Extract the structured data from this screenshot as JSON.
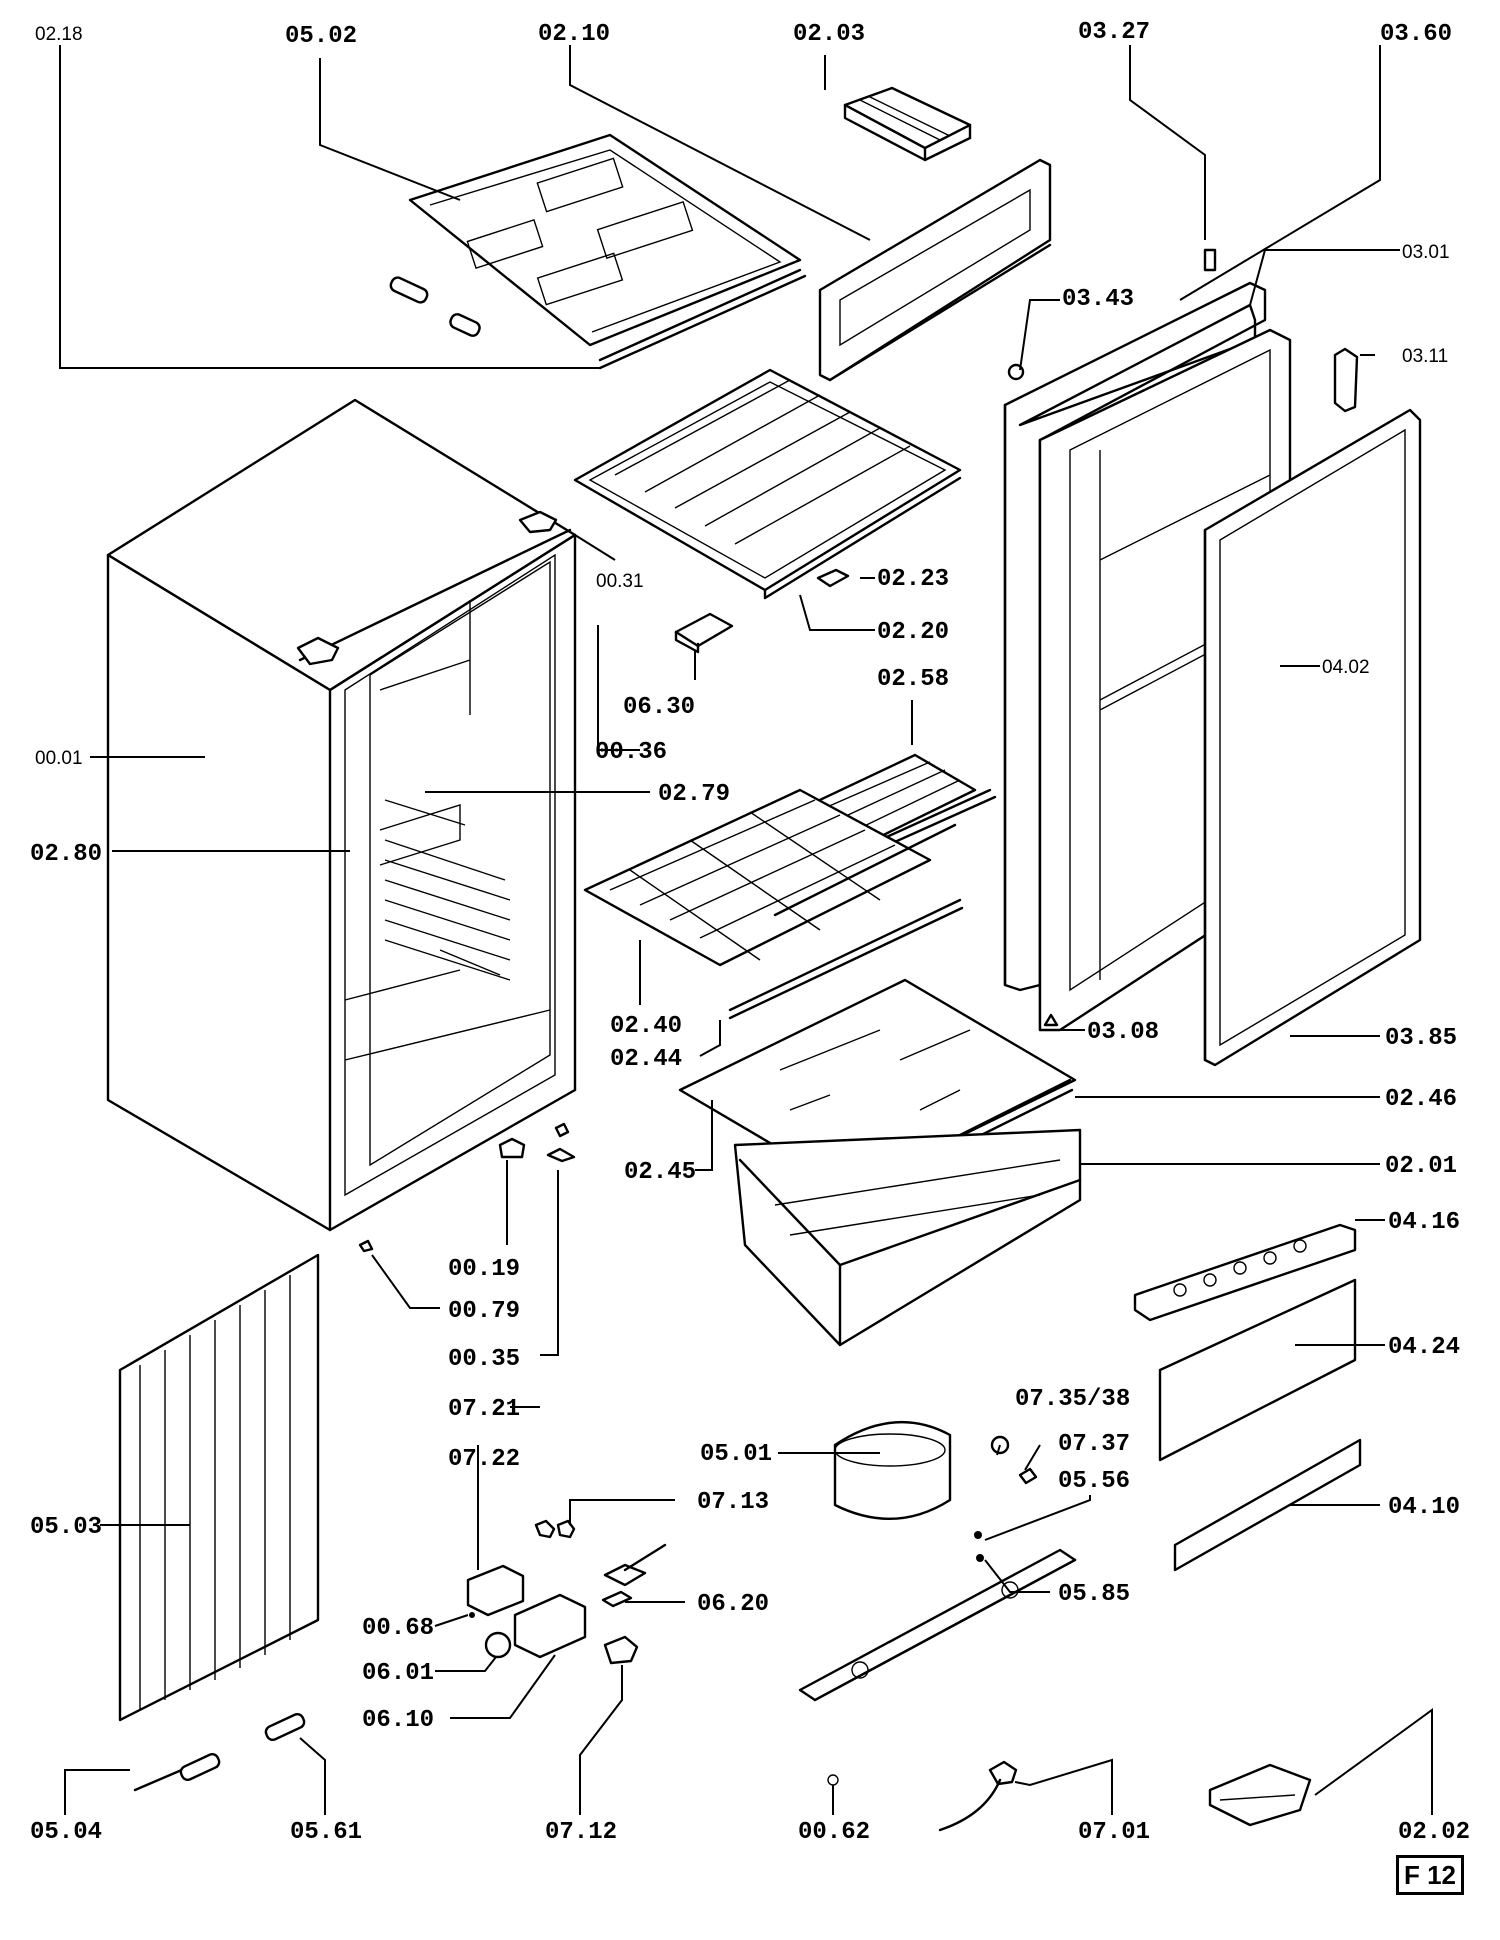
{
  "figure_label": "F 12",
  "callouts": {
    "c0218": "02.18",
    "c0502": "05.02",
    "c0210": "02.10",
    "c0203": "02.03",
    "c0327": "03.27",
    "c0360": "03.60",
    "c0301": "03.01",
    "c0343": "03.43",
    "c0311": "03.11",
    "c0031": "00.31",
    "c0223": "02.23",
    "c0220": "02.20",
    "c0630": "06.30",
    "c0258": "02.58",
    "c0001": "00.01",
    "c0036": "00.36",
    "c0402": "04.02",
    "c0279": "02.79",
    "c0280": "02.80",
    "c0240": "02.40",
    "c0244": "02.44",
    "c0308": "03.08",
    "c0385": "03.85",
    "c0246": "02.46",
    "c0245": "02.45",
    "c0201": "02.01",
    "c0019": "00.19",
    "c0416": "04.16",
    "c0079": "00.79",
    "c0424": "04.24",
    "c0035": "00.35",
    "c0721": "07.21",
    "c0735": "07.35/38",
    "c0722": "07.22",
    "c0501": "05.01",
    "c0737": "07.37",
    "c0713": "07.13",
    "c0556": "05.56",
    "c0503": "05.03",
    "c0410": "04.10",
    "c0620": "06.20",
    "c0585": "05.85",
    "c0068": "00.68",
    "c0601": "06.01",
    "c0610": "06.10",
    "c0504": "05.04",
    "c0561": "05.61",
    "c0712": "07.12",
    "c0062": "00.62",
    "c0701": "07.01",
    "c0202": "02.02"
  }
}
